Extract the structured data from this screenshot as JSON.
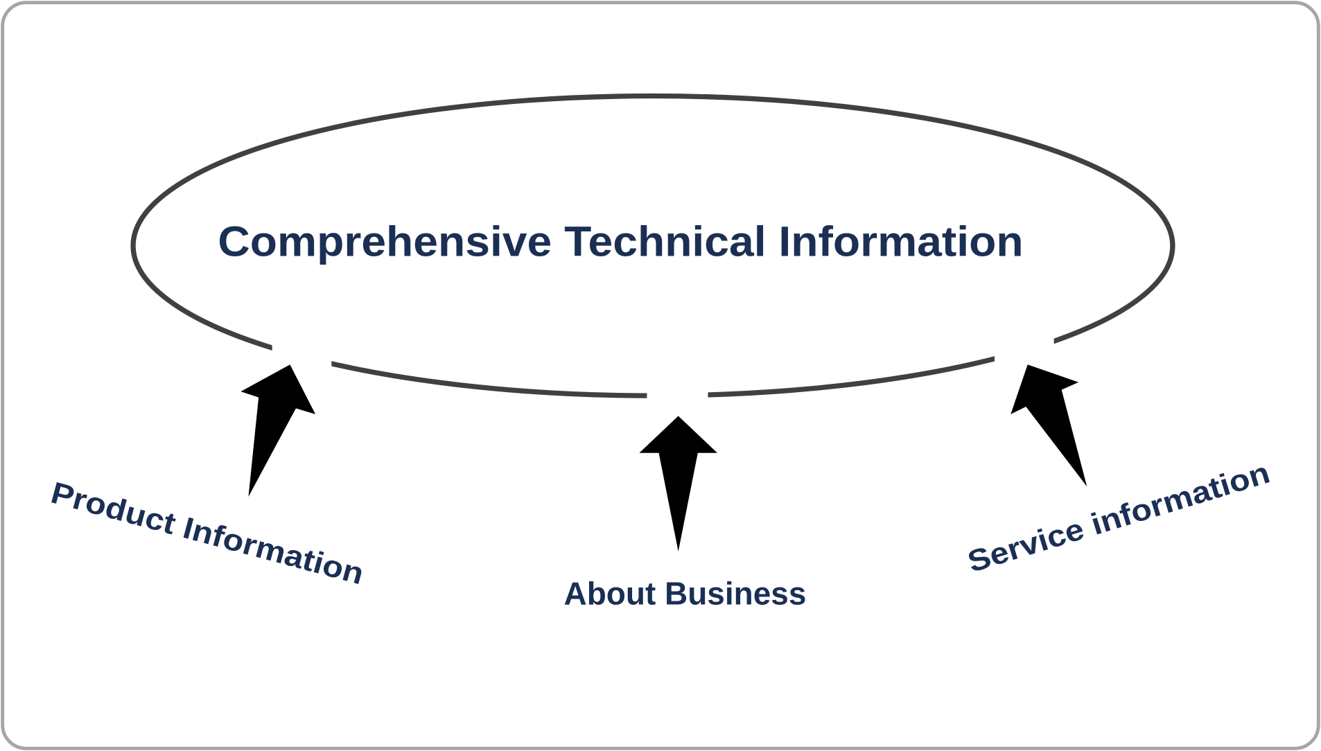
{
  "diagram": {
    "title": "Comprehensive Technical Information",
    "inputs": [
      {
        "label": "Product Information"
      },
      {
        "label": "About Business"
      },
      {
        "label": "Service information"
      }
    ],
    "colors": {
      "text": "#1b2f55",
      "ellipse": "#404040",
      "arrow": "#000000",
      "frame": "#a6a6a6"
    }
  }
}
